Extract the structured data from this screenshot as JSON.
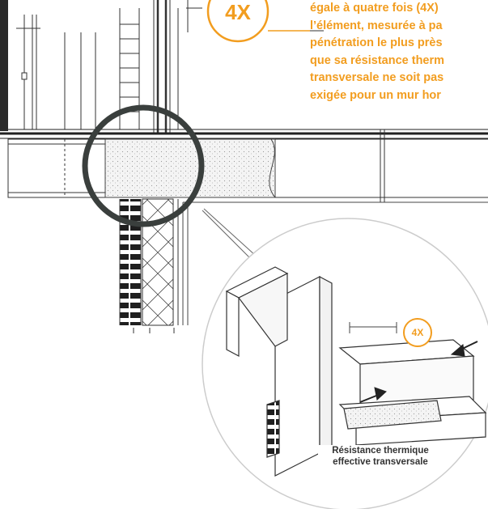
{
  "callout": {
    "lines": [
      "égale à quatre fois (4X)",
      "l’élément, mesurée à pa",
      "pénétration le plus près",
      "que sa résistance therm",
      "transversale ne soit pas",
      "exigée pour un mur hor"
    ]
  },
  "badges": {
    "large": "4X",
    "small": "4X"
  },
  "detail_label": {
    "line1": "Résistance thermique",
    "line2": "effective transversale"
  },
  "colors": {
    "accent": "#f29d1f",
    "ring": "#3a3f3d",
    "ink": "#333333"
  }
}
